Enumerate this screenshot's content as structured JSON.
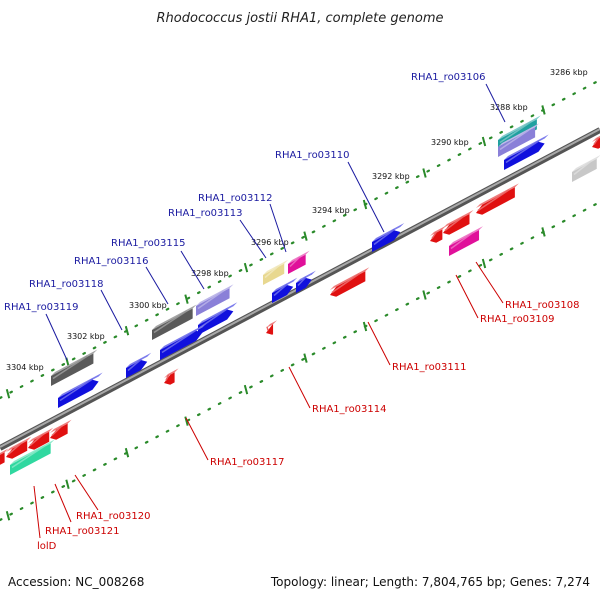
{
  "title": "Rhodococcus jostii RHA1, complete genome",
  "footer": {
    "accession": "Accession: NC_008268",
    "summary": "Topology: linear; Length: 7,804,765 bp; Genes: 7,274"
  },
  "ruler_labels": [
    "3286 kbp",
    "3288 kbp",
    "3290 kbp",
    "3292 kbp",
    "3294 kbp",
    "3296 kbp",
    "3298 kbp",
    "3300 kbp",
    "3302 kbp",
    "3304 kbp"
  ],
  "colors": {
    "forward_label": "#1a1aa0",
    "reverse_label": "#cc0000",
    "axis": "#808080",
    "tick": "#2a8a2a",
    "gene_blue": "#1010dd",
    "gene_red": "#e01010",
    "gene_gray": "#5a5a5a",
    "gene_magenta": "#e0109a",
    "gene_yellow": "#e8d890",
    "gene_violet": "#8a80d8",
    "gene_teal": "#20a0a0",
    "gene_green": "#30d8a0"
  },
  "forward_labels": [
    "RHA1_ro03106",
    "RHA1_ro03110",
    "RHA1_ro03112",
    "RHA1_ro03113",
    "RHA1_ro03115",
    "RHA1_ro03116",
    "RHA1_ro03118",
    "RHA1_ro03119"
  ],
  "reverse_labels": [
    "RHA1_ro03108",
    "RHA1_ro03109",
    "RHA1_ro03111",
    "RHA1_ro03114",
    "RHA1_ro03117",
    "RHA1_ro03120",
    "RHA1_ro03121",
    "lolD"
  ]
}
